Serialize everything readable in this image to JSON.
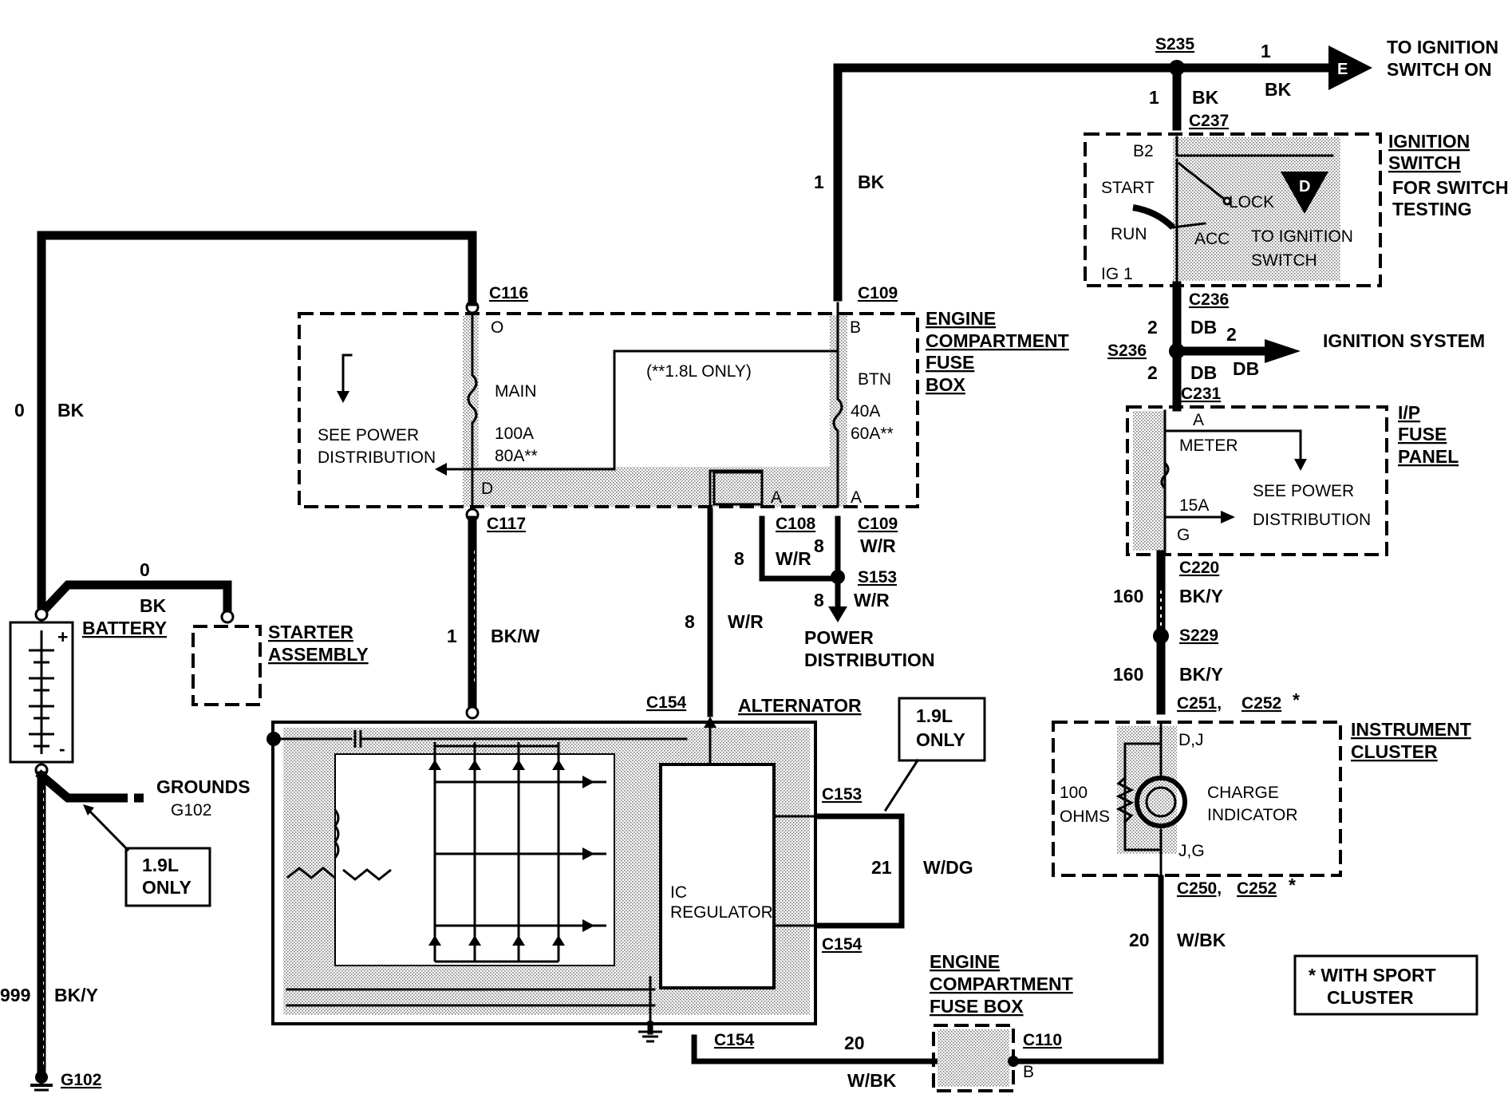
{
  "ignition_out": {
    "splice": "S235",
    "circuit": "1",
    "color": "BK",
    "label_line1": "TO IGNITION",
    "label_line2": "SWITCH ON",
    "arrow_letter": "E"
  },
  "wire_c237": {
    "circuit": "1",
    "color": "BK",
    "connector": "C237"
  },
  "ignition_switch": {
    "title1": "IGNITION",
    "title2": "SWITCH",
    "title3": "FOR SWITCH",
    "title4": "TESTING",
    "b2": "B2",
    "start": "START",
    "lock": "LOCK",
    "run": "RUN",
    "acc": "ACC",
    "ig1": "IG 1",
    "to_ign1": "TO IGNITION",
    "to_ign2": "SWITCH",
    "arrow_letter": "D"
  },
  "wire_main_bk": {
    "circuit": "1",
    "color": "BK"
  },
  "c236": {
    "connector": "C236",
    "circuit": "2",
    "color": "DB"
  },
  "s236": {
    "splice": "S236",
    "circuit": "2",
    "color": "DB",
    "label": "IGNITION SYSTEM"
  },
  "c231": {
    "connector": "C231",
    "circuit": "2",
    "color": "DB"
  },
  "ip_fuse": {
    "title1": "I/P",
    "title2": "FUSE",
    "title3": "PANEL",
    "pin_a": "A",
    "meter": "METER",
    "rating": "15A",
    "pin_g": "G",
    "see1": "SEE POWER",
    "see2": "DISTRIBUTION"
  },
  "c220": {
    "connector": "C220",
    "circuit": "160",
    "color": "BK/Y"
  },
  "s229": {
    "splice": "S229",
    "circuit": "160",
    "color": "BK/Y"
  },
  "cluster_in": {
    "c251": "C251,",
    "c252": "C252",
    "star": "*"
  },
  "instrument_cluster": {
    "title1": "INSTRUMENT",
    "title2": "CLUSTER",
    "pin_dj": "D,J",
    "pin_jg": "J,G",
    "res1": "100",
    "res2": "OHMS",
    "charge1": "CHARGE",
    "charge2": "INDICATOR"
  },
  "cluster_out": {
    "c250": "C250,",
    "c252": "C252",
    "star": "*",
    "circuit": "20",
    "color": "W/BK"
  },
  "sport_note": {
    "line1": "* WITH SPORT",
    "line2": "CLUSTER"
  },
  "fuse_box_upper": {
    "title1": "ENGINE",
    "title2": "COMPARTMENT",
    "title3": "FUSE",
    "title4": "BOX",
    "c116": "C116",
    "pin_o": "O",
    "main": "MAIN",
    "main_r1": "100A",
    "main_r2": "80A**",
    "see1": "SEE POWER",
    "see2": "DISTRIBUTION",
    "pin_d": "D",
    "note": "(**1.8L ONLY)",
    "c109": "C109",
    "pin_b": "B",
    "btn": "BTN",
    "btn_r1": "40A",
    "btn_r2": "60A**",
    "pin_a1": "A",
    "pin_a2": "A"
  },
  "wire_battery_top": {
    "circuit": "0",
    "color": "BK"
  },
  "starter_wire": {
    "circuit": "0",
    "color": "BK"
  },
  "battery": {
    "label": "BATTERY",
    "plus": "+",
    "minus": "-"
  },
  "starter": {
    "title1": "STARTER",
    "title2": "ASSEMBLY"
  },
  "c117": {
    "connector": "C117",
    "circuit": "1",
    "color": "BK/W"
  },
  "c108": {
    "connector": "C108",
    "circuit_a": "8",
    "color": "W/R",
    "circuit_b": "8"
  },
  "c109_lower": {
    "connector": "C109",
    "color": "W/R"
  },
  "s153": {
    "splice": "S153",
    "circuit": "8",
    "color": "W/R",
    "label1": "POWER",
    "label2": "DISTRIBUTION"
  },
  "wire_wr": {
    "circuit": "8",
    "color": "W/R"
  },
  "alternator": {
    "title": "ALTERNATOR",
    "c154_top": "C154",
    "regulator1": "IC",
    "regulator2": "REGULATOR",
    "c153": "C153",
    "c154_mid": "C154",
    "wire_circuit": "21",
    "wire_color": "W/DG",
    "note1": "1.9L",
    "note2": "ONLY"
  },
  "grounds": {
    "label1": "GROUNDS",
    "label2": "G102",
    "note1": "1.9L",
    "note2": "ONLY",
    "circuit": "999",
    "color": "BK/Y",
    "ground": "G102"
  },
  "fuse_box_lower": {
    "title1": "ENGINE",
    "title2": "COMPARTMENT",
    "title3": "FUSE BOX",
    "c154": "C154",
    "circuit": "20",
    "color": "W/BK",
    "c110": "C110",
    "pin_b": "B"
  }
}
